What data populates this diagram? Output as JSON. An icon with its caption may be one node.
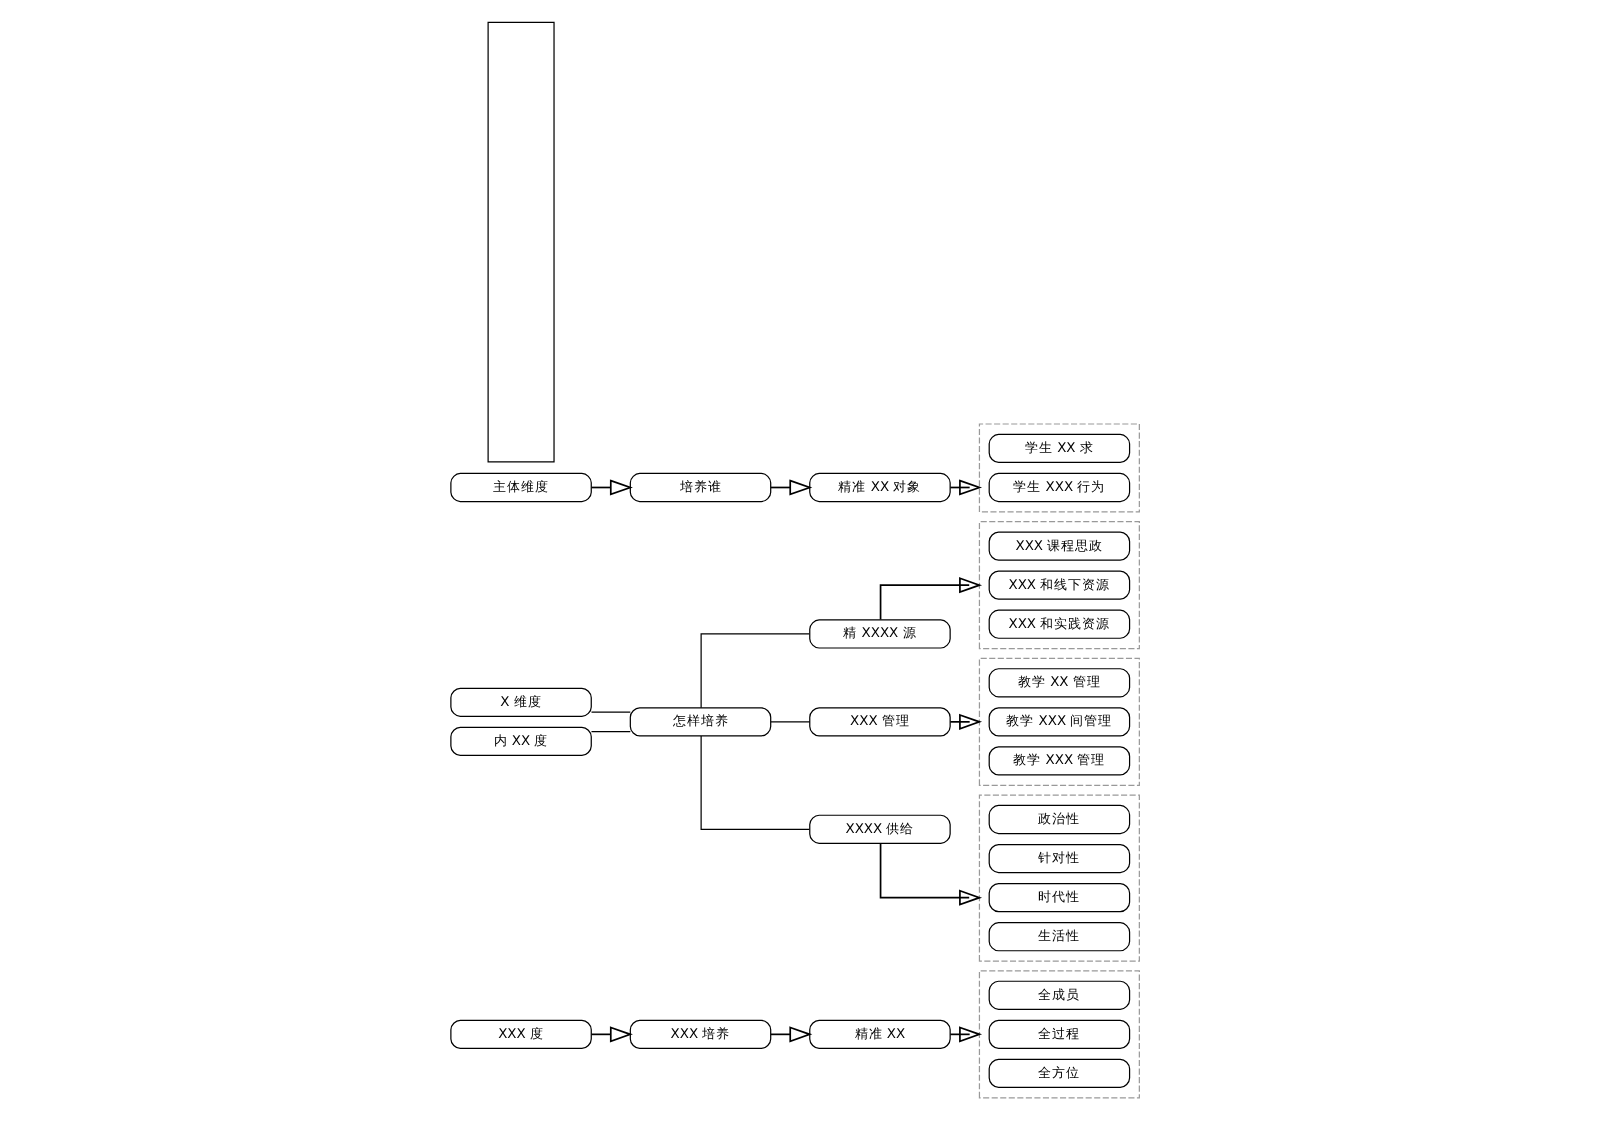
{
  "diagram": {
    "nodes": [
      {
        "text": [],
        "shape": "box"
      },
      {
        "text": [
          "主体维度"
        ]
      },
      {
        "text": [
          "培养谁"
        ]
      },
      {
        "text": [
          "精准 XX 对象"
        ]
      },
      {
        "text": [],
        "shape": "box"
      },
      {
        "text": [
          "学生 XX 求"
        ],
        "in": 4
      },
      {
        "text": [
          "学生 XXX 行为"
        ],
        "in": 4
      },
      {
        "text": [
          "XXXX 供给"
        ]
      },
      {
        "text": [],
        "shape": "box"
      },
      {
        "text": [
          "政治性"
        ],
        "in": 8
      },
      {
        "text": [
          "针对性"
        ],
        "in": 8
      },
      {
        "text": [
          "时代性"
        ],
        "in": 8
      },
      {
        "text": [
          "生活性"
        ],
        "in": 8
      },
      {
        "text": [
          "内 XX 度"
        ]
      },
      {
        "text": [
          "怎样培养"
        ]
      },
      {
        "text": [
          "XXX 管理"
        ]
      },
      {
        "text": [],
        "shape": "box"
      },
      {
        "text": [
          "教学 XX 管理"
        ],
        "in": 16
      },
      {
        "text": [
          "教学 XXX 间管理"
        ],
        "in": 16
      },
      {
        "text": [
          "教学 XXX 管理"
        ],
        "in": 16
      },
      {
        "text": [
          "X 维度"
        ]
      },
      {
        "text": [
          "精 XXXX 源"
        ]
      },
      {
        "text": [],
        "shape": "box"
      },
      {
        "text": [
          "XXX 课程思政"
        ],
        "in": 22
      },
      {
        "text": [
          "XXX 和线下资源"
        ],
        "in": 22
      },
      {
        "text": [
          "XXX 和实践资源"
        ],
        "in": 22
      },
      {
        "text": [
          "XXX 度"
        ]
      },
      {
        "text": [
          "XXX 培养"
        ]
      },
      {
        "text": [
          "精准 XX"
        ]
      },
      {
        "text": [],
        "shape": "box"
      },
      {
        "text": [
          "全成员"
        ],
        "in": 29
      },
      {
        "text": [
          "全过程"
        ],
        "in": 29
      },
      {
        "text": [
          "全方位"
        ],
        "in": 29
      }
    ],
    "edges": [
      {
        "from": 1,
        "to": 2,
        "arrow": "to"
      },
      {
        "from": 2,
        "to": 3,
        "arrow": "to"
      },
      {
        "from": 3,
        "to": 4,
        "arrow": "to"
      },
      {
        "from": 13,
        "to": 14,
        "arrow": "none"
      },
      {
        "from": 20,
        "to": 14,
        "arrow": "none"
      },
      {
        "from": 14,
        "to": 7,
        "arrow": "none"
      },
      {
        "from": 14,
        "to": 15,
        "arrow": "none"
      },
      {
        "from": 14,
        "to": 21,
        "arrow": "none"
      },
      {
        "from": 7,
        "to": 8,
        "arrow": "to"
      },
      {
        "from": 15,
        "to": 16,
        "arrow": "to"
      },
      {
        "from": 21,
        "to": 22,
        "arrow": "to"
      },
      {
        "from": 26,
        "to": 27,
        "arrow": "to"
      },
      {
        "from": 27,
        "to": 28,
        "arrow": "to"
      },
      {
        "from": 28,
        "to": 29,
        "arrow": "to"
      }
    ]
  }
}
